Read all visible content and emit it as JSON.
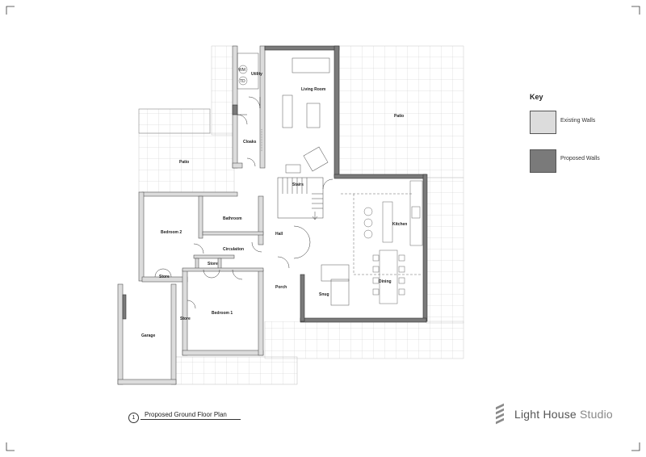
{
  "drawing": {
    "title": "Proposed Ground Floor Plan",
    "number": "1"
  },
  "rooms": {
    "living_room": "Living Room",
    "utility": "Utility",
    "cloaks": "Cloaks",
    "patio_right": "Patio",
    "patio_left": "Patio",
    "stairs": "Stairs",
    "kitchen": "Kitchen",
    "dining": "Dining",
    "snug": "Snug",
    "hall": "Hall",
    "porch": "Porch",
    "bedroom_2": "Bedroom 2",
    "bathroom": "Bathroom",
    "circulation": "Circulation",
    "store_a": "Store",
    "store_b": "Store",
    "store_c": "Store",
    "bedroom_1": "Bedroom 1",
    "garage": "Garage"
  },
  "appliances": {
    "wm": "WM",
    "td": "TD"
  },
  "key": {
    "title": "Key",
    "existing": {
      "label": "Existing Walls",
      "color": "#dcdcdc"
    },
    "proposed": {
      "label": "Proposed Walls",
      "color": "#7a7a7a"
    }
  },
  "brand": {
    "name": "Light House",
    "suffix": "Studio"
  }
}
